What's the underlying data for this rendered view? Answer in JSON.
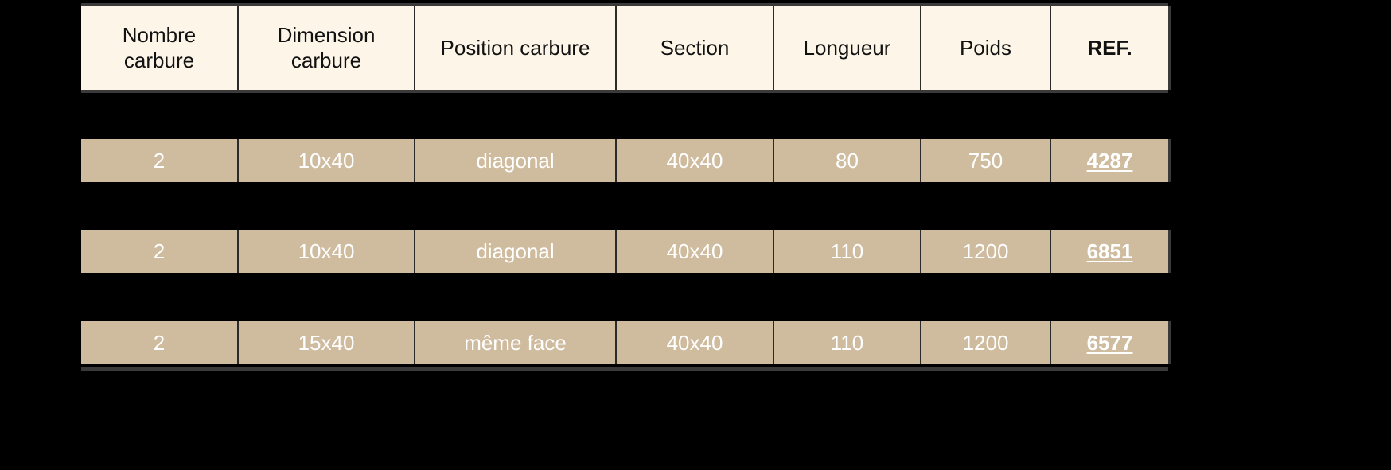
{
  "table": {
    "columns": [
      {
        "key": "nombre_carbure",
        "label": "Nombre\ncarbure"
      },
      {
        "key": "dimension_carbure",
        "label": "Dimension\ncarbure"
      },
      {
        "key": "position_carbure",
        "label": "Position carbure"
      },
      {
        "key": "section",
        "label": "Section"
      },
      {
        "key": "longueur",
        "label": "Longueur"
      },
      {
        "key": "poids",
        "label": "Poids"
      },
      {
        "key": "ref",
        "label": "REF."
      }
    ],
    "rows": [
      {
        "nombre_carbure": "2",
        "dimension_carbure": "10x40",
        "position_carbure": "diagonal",
        "section": "40x40",
        "longueur": "80",
        "poids": "750",
        "ref": "4287"
      },
      {
        "nombre_carbure": "2",
        "dimension_carbure": "10x40",
        "position_carbure": "diagonal",
        "section": "40x40",
        "longueur": "110",
        "poids": "1200",
        "ref": "6851"
      },
      {
        "nombre_carbure": "2",
        "dimension_carbure": "15x40",
        "position_carbure": "même face",
        "section": "40x40",
        "longueur": "110",
        "poids": "1200",
        "ref": "6577"
      }
    ]
  },
  "colors": {
    "page_background": "#000000",
    "header_background": "#FDF6E8",
    "header_text": "#111111",
    "row_background": "#CFBB9E",
    "row_text": "#FFFFFF",
    "cell_divider": "#2b2b2b",
    "outer_rule": "#3a3a3a"
  }
}
